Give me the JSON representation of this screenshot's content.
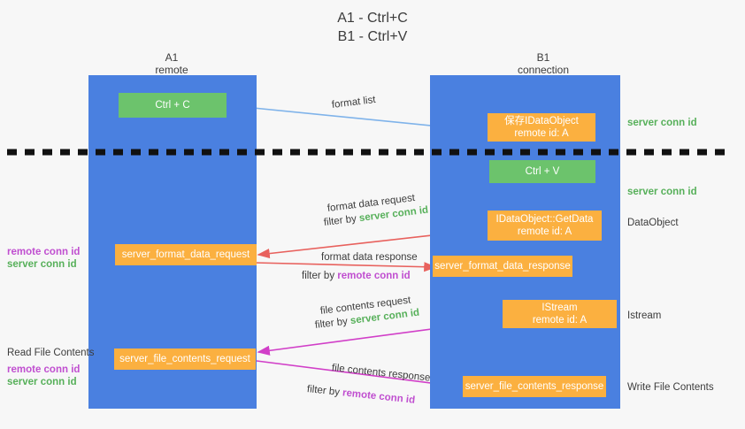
{
  "title": {
    "line1": "A1 - Ctrl+C",
    "line2": "B1 - Ctrl+V"
  },
  "colors": {
    "lane": "#4a80e0",
    "node_green": "#6cc36c",
    "node_orange": "#fbb040",
    "server_conn_green": "#57b05a",
    "remote_conn_purple": "#c04fd0",
    "arrow_blue": "#7fb3ea",
    "arrow_red": "#e8615d",
    "arrow_magenta": "#d13fc8",
    "arrow_black": "#111111",
    "background": "#f7f7f7"
  },
  "lanes": [
    {
      "id": "a1",
      "title": "A1",
      "subtitle": "remote"
    },
    {
      "id": "b1",
      "title": "B1",
      "subtitle": "connection"
    }
  ],
  "nodes": [
    {
      "id": "ctrl-c",
      "line1": "Ctrl + C",
      "line2": "",
      "style": "green"
    },
    {
      "id": "save-idataobject",
      "line1": "保存IDataObject",
      "line2": "remote id: A",
      "style": "orange"
    },
    {
      "id": "ctrl-v",
      "line1": "Ctrl + V",
      "line2": "",
      "style": "green"
    },
    {
      "id": "idataobject-getdata",
      "line1": "IDataObject::GetData",
      "line2": "remote id: A",
      "style": "orange"
    },
    {
      "id": "server-format-data-request",
      "line1": "server_format_data_request",
      "line2": "",
      "style": "orange"
    },
    {
      "id": "server-format-data-response",
      "line1": "server_format_data_response",
      "line2": "",
      "style": "orange"
    },
    {
      "id": "istream",
      "line1": "IStream",
      "line2": "remote id: A",
      "style": "orange"
    },
    {
      "id": "server-file-contents-request",
      "line1": "server_file_contents_request",
      "line2": "",
      "style": "orange"
    },
    {
      "id": "server-file-contents-response",
      "line1": "server_file_contents_response",
      "line2": "",
      "style": "orange"
    }
  ],
  "edge_labels": {
    "format_list": "format list",
    "format_data_request": "format data request",
    "format_data_response": "format data response",
    "file_contents_request": "file contents request",
    "file_contents_response": "file contents response",
    "filter_by": "filter by",
    "server_conn_id": "server conn id",
    "remote_conn_id": "remote conn id"
  },
  "right_labels": [
    {
      "id": "server-conn-id-top",
      "text": "server conn id",
      "style": "green"
    },
    {
      "id": "server-conn-id-mid",
      "text": "server conn id",
      "style": "green"
    },
    {
      "id": "dataobject",
      "text": "DataObject",
      "style": "plain"
    },
    {
      "id": "istream-label",
      "text": "Istream",
      "style": "plain"
    },
    {
      "id": "write-file-contents",
      "text": "Write File Contents",
      "style": "plain"
    }
  ],
  "left_labels": {
    "read_file_contents": "Read File Contents",
    "remote_conn_id": "remote conn id",
    "server_conn_id": "server conn id"
  }
}
